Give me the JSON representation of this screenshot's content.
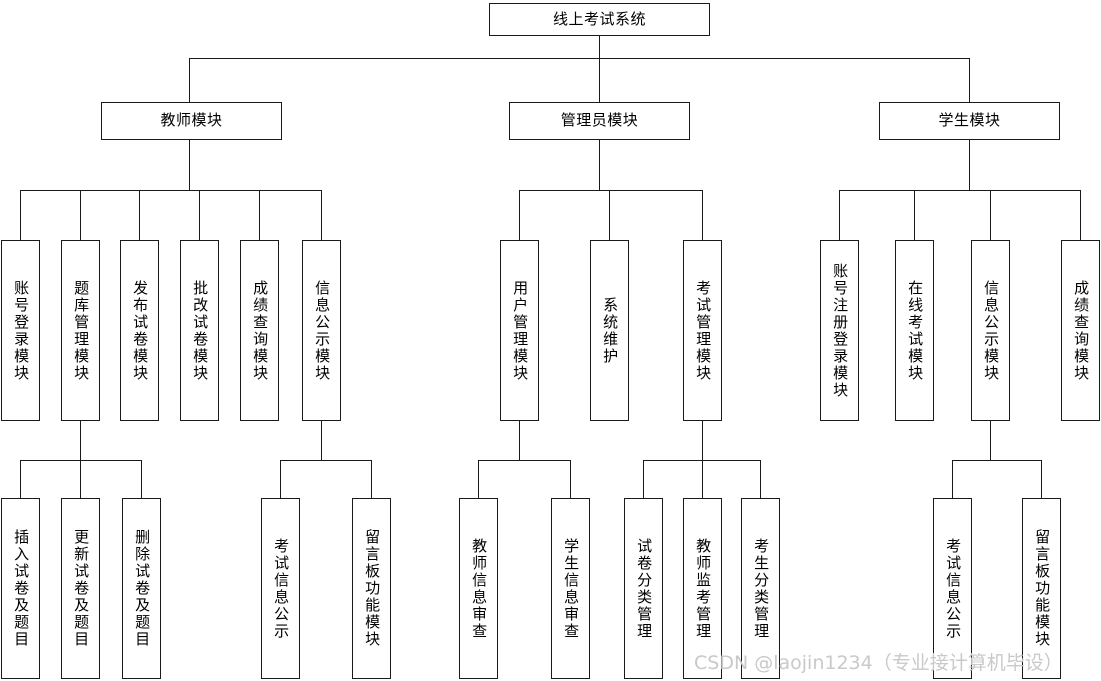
{
  "diagram": {
    "title": "线上考试系统",
    "type": "functional-structure-tree",
    "root": {
      "label": "线上考试系统",
      "orientation": "horizontal"
    },
    "level2": [
      {
        "id": "teacher",
        "label": "教师模块",
        "orientation": "horizontal"
      },
      {
        "id": "admin",
        "label": "管理员模块",
        "orientation": "horizontal"
      },
      {
        "id": "student",
        "label": "学生模块",
        "orientation": "horizontal"
      }
    ],
    "level3": {
      "teacher": [
        {
          "id": "t1",
          "label": "账号登录模块",
          "orientation": "vertical"
        },
        {
          "id": "t2",
          "label": "题库管理模块",
          "orientation": "vertical"
        },
        {
          "id": "t3",
          "label": "发布试卷模块",
          "orientation": "vertical"
        },
        {
          "id": "t4",
          "label": "批改试卷模块",
          "orientation": "vertical"
        },
        {
          "id": "t5",
          "label": "成绩查询模块",
          "orientation": "vertical"
        },
        {
          "id": "t6",
          "label": "信息公示模块",
          "orientation": "vertical"
        }
      ],
      "admin": [
        {
          "id": "a1",
          "label": "用户管理模块",
          "orientation": "vertical"
        },
        {
          "id": "a2",
          "label": "系统维护",
          "orientation": "vertical"
        },
        {
          "id": "a3",
          "label": "考试管理模块",
          "orientation": "vertical"
        }
      ],
      "student": [
        {
          "id": "s1",
          "label": "账号注册登录模块",
          "orientation": "vertical"
        },
        {
          "id": "s2",
          "label": "在线考试模块",
          "orientation": "vertical"
        },
        {
          "id": "s3",
          "label": "信息公示模块",
          "orientation": "vertical"
        },
        {
          "id": "s4",
          "label": "成绩查询模块",
          "orientation": "vertical"
        }
      ]
    },
    "level4": {
      "t2": [
        {
          "id": "t2a",
          "label": "插入试卷及题目",
          "orientation": "vertical"
        },
        {
          "id": "t2b",
          "label": "更新试卷及题目",
          "orientation": "vertical"
        },
        {
          "id": "t2c",
          "label": "删除试卷及题目",
          "orientation": "vertical"
        }
      ],
      "t6": [
        {
          "id": "t6a",
          "label": "考试信息公示",
          "orientation": "vertical"
        },
        {
          "id": "t6b",
          "label": "留言板功能模块",
          "orientation": "vertical"
        }
      ],
      "a1": [
        {
          "id": "a1a",
          "label": "教师信息审查",
          "orientation": "vertical"
        },
        {
          "id": "a1b",
          "label": "学生信息审查",
          "orientation": "vertical"
        }
      ],
      "a3": [
        {
          "id": "a3a",
          "label": "试卷分类管理",
          "orientation": "vertical"
        },
        {
          "id": "a3b",
          "label": "教师监考管理",
          "orientation": "vertical"
        },
        {
          "id": "a3c",
          "label": "考生分类管理",
          "orientation": "vertical"
        }
      ],
      "s3": [
        {
          "id": "s3a",
          "label": "考试信息公示",
          "orientation": "vertical"
        },
        {
          "id": "s3b",
          "label": "留言板功能模块",
          "orientation": "vertical"
        }
      ]
    },
    "watermark": "CSDN @laojin1234（专业接计算机毕设）",
    "colors": {
      "box_border": "#1a1a1a",
      "box_fill": "#ffffff",
      "connector": "#1a1a1a",
      "text": "#000000",
      "watermark": "#c9c9c9",
      "background": "#ffffff"
    }
  }
}
